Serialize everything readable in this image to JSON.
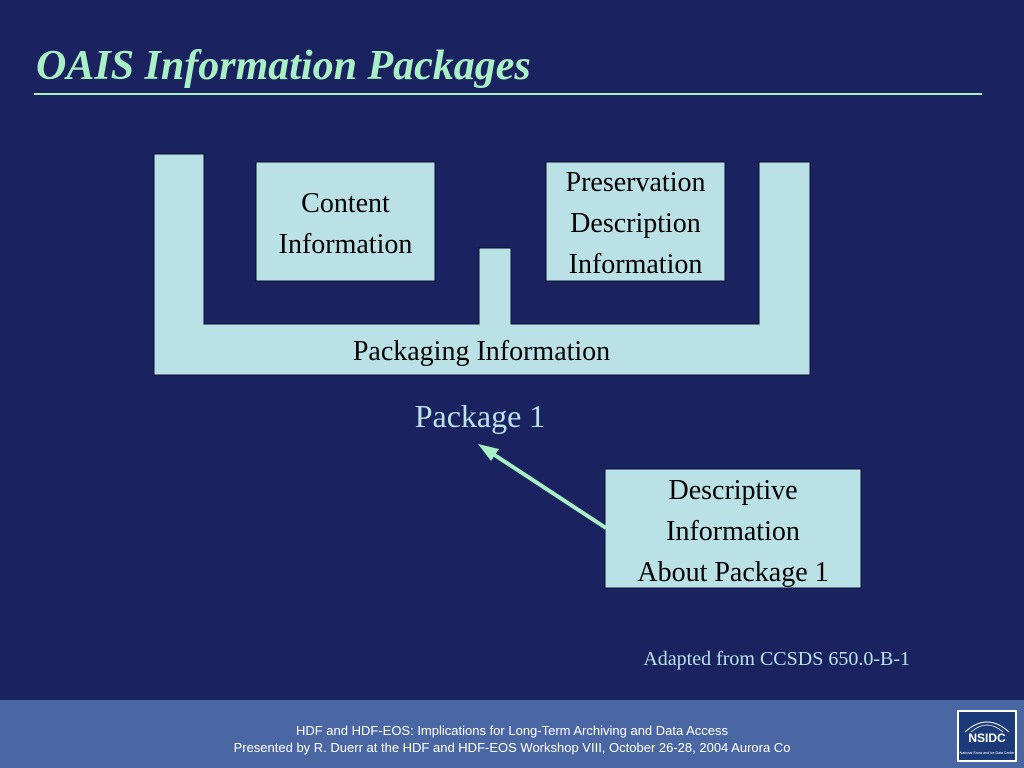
{
  "slide": {
    "title": "OAIS Information Packages"
  },
  "diagram": {
    "content_info": [
      "Content",
      "Information"
    ],
    "preservation_info": [
      "Preservation",
      "Description",
      "Information"
    ],
    "packaging_info": "Packaging Information",
    "package_label": "Package 1",
    "descriptive_info": [
      "Descriptive",
      "Information",
      "About Package 1"
    ]
  },
  "credit": "Adapted from CCSDS 650.0-B-1",
  "footer": {
    "line1": "HDF and HDF-EOS: Implications for Long-Term Archiving and Data Access",
    "line2": "Presented by R. Duerr at the HDF and HDF-EOS Workshop VIII, October 26-28, 2004 Aurora Co",
    "logo_text": "NSIDC",
    "logo_subtext": "National Snow and Ice Data Center"
  },
  "colors": {
    "background": "#1a2360",
    "title": "#a9f0c4",
    "box_fill": "#b9e1e6",
    "arrow": "#a9f0c4",
    "footer": "#4a67a4"
  }
}
